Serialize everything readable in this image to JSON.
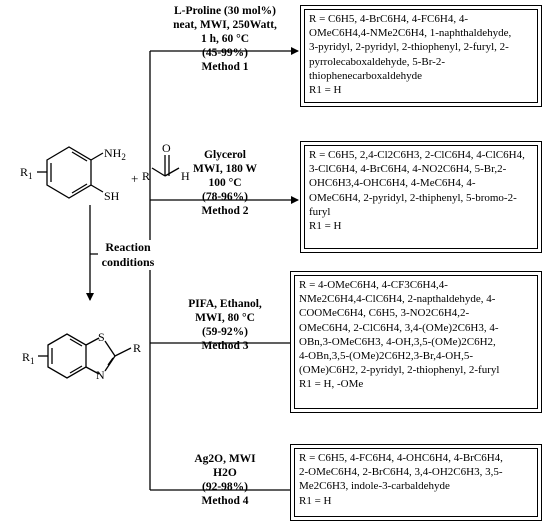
{
  "reactants": {
    "r1_label": "R",
    "r1_sub": "1",
    "nh2_label": "NH",
    "nh2_sub": "2",
    "sh_label": "SH",
    "plus": "+",
    "aldehyde_o": "O",
    "aldehyde_r": "R",
    "aldehyde_h": "H"
  },
  "product": {
    "r1_label": "R",
    "r1_sub": "1",
    "s_label": "S",
    "n_label": "N",
    "r_label": "R"
  },
  "reaction_conditions": [
    "Reaction",
    "conditions"
  ],
  "methods": [
    {
      "condition_lines": [
        "L-Proline (30 mol%)",
        "neat, MWI, 250Watt,",
        "1 h, 60 °C",
        "(45-99%)",
        "Method 1"
      ],
      "substituent_lines": [
        "R = C6H5, 4-BrC6H4, 4-FC6H4, 4-",
        "OMeC6H4,4-NMe2C6H4, 1-naphthaldehyde,",
        "3-pyridyl, 2-pyridyl, 2-thiophenyl, 2-furyl, 2-",
        "pyrrolecaboxaldehyde, 5-Br-2-",
        "thiophenecarboxaldehyde",
        "R1 = H"
      ]
    },
    {
      "condition_lines": [
        "Glycerol",
        "MWI, 180 W",
        "100 °C",
        "(78-96%)",
        "Method 2"
      ],
      "substituent_lines": [
        "R = C6H5, 2,4-Cl2C6H3, 2-ClC6H4, 4-ClC6H4,",
        "3-ClC6H4, 4-BrC6H4, 4-NO2C6H4, 5-Br,2-",
        "OHC6H3,4-OHC6H4, 4-MeC6H4, 4-",
        "OMeC6H4, 2-pyridyl, 2-thiphenyl, 5-bromo-2-",
        "furyl",
        "R1 = H"
      ]
    },
    {
      "condition_lines": [
        "PIFA, Ethanol,",
        "MWI, 80 °C",
        "(59-92%)",
        "Method 3"
      ],
      "substituent_lines": [
        "R = 4-OMeC6H4, 4-CF3C6H4,4-",
        "NMe2C6H4,4-ClC6H4, 2-napthaldehyde, 4-",
        "COOMeC6H4, C6H5, 3-NO2C6H4,2-",
        "OMeC6H4, 2-ClC6H4, 3,4-(OMe)2C6H3, 4-",
        "OBn,3-OMeC6H3, 4-OH,3,5-(OMe)2C6H2,",
        "4-OBn,3,5-(OMe)2C6H2,3-Br,4-OH,5-",
        "(OMe)C6H2, 2-pyridyl, 2-thiophenyl, 2-furyl",
        "R1 = H, -OMe"
      ]
    },
    {
      "condition_lines": [
        "Ag2O, MWI",
        "H2O",
        "(92-98%)",
        "Method 4"
      ],
      "substituent_lines": [
        "R =  C6H5, 4-FC6H4, 4-OHC6H4, 4-BrC6H4,",
        "2-OMeC6H4, 2-BrC6H4, 3,4-OH2C6H3, 3,5-",
        "Me2C6H3, indole-3-carbaldehyde",
        "R1 = H"
      ]
    }
  ]
}
